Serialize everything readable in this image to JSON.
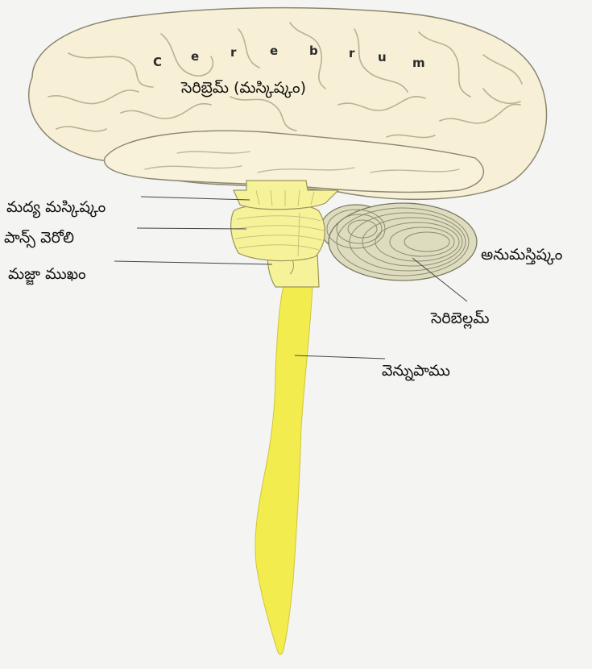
{
  "diagram": {
    "cerebrum_latin": "Cerebrum",
    "labels": {
      "cerebrum": "సెరిబ్రెమ్ (మస్కిష్కం)",
      "midbrain": "మద్య మస్కిష్కం",
      "pons": "పాన్స్ వెరోలి",
      "medulla": "మజ్జా ముఖం",
      "cerebellum_telugu": "అనుమస్తిష్కం",
      "cerebellum": "సెరిబెల్లమ్",
      "spinal_cord": "వెన్నుపాము"
    }
  },
  "colors": {
    "background": "#f4f4f3",
    "brain_fill": "#f7f0d6",
    "brain_outline": "#8a8670",
    "brainstem": "#f6f29a",
    "spinal_cord": "#f3ec4f",
    "cerebellum": "#dedcbe"
  }
}
